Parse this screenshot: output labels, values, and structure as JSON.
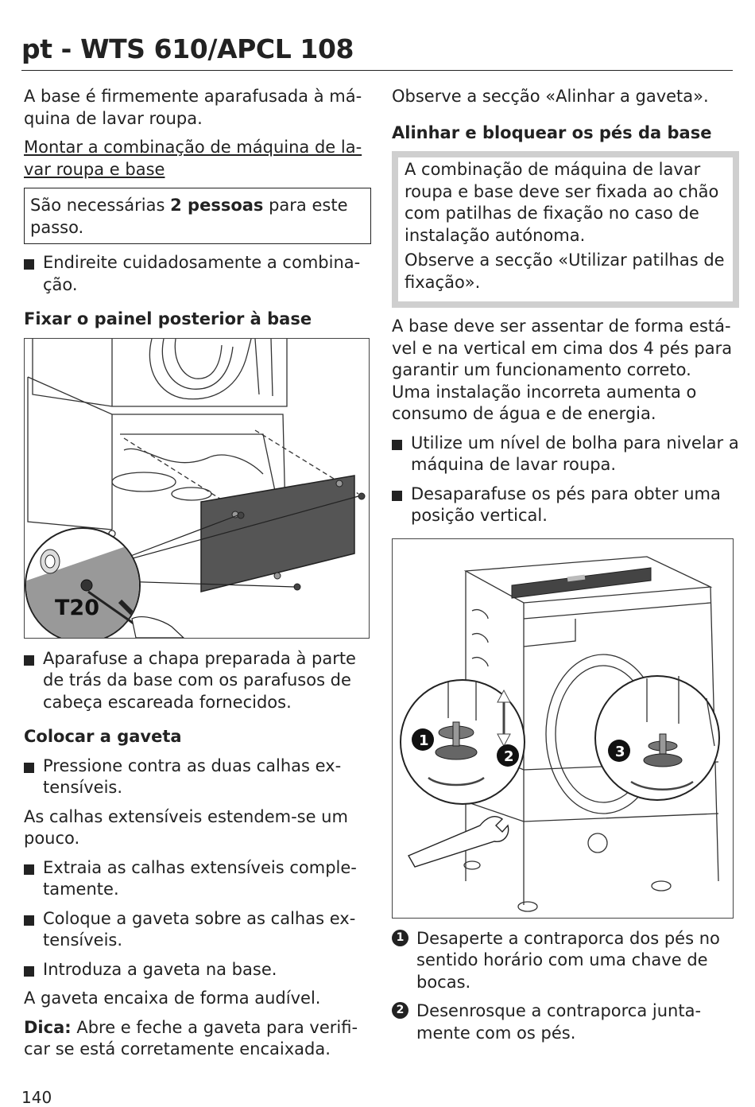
{
  "header": {
    "title": "pt - WTS 610/APCL 108"
  },
  "left": {
    "p1": "A base é firmemente aparafusada à má-\nquina de lavar roupa.",
    "link_title": "Montar a combinação de máquina de la-\nvar roupa e base",
    "note": {
      "pre": "São necessárias ",
      "bold": "2 pessoas",
      "post": " para este passo."
    },
    "bullet1": "Endireite cuidadosamente a combina-\nção.",
    "h_fix": "Fixar o painel posterior à base",
    "fig1": {
      "label": "T20"
    },
    "bullet2": "Aparafuse a chapa preparada à parte de trás da base com os parafusos de cabeça escareada fornecidos.",
    "h_drawer": "Colocar a gaveta",
    "bullet3": "Pressione contra as duas calhas ex-\ntensíveis.",
    "p2": "As calhas extensíveis estendem-se um pouco.",
    "bullet4": "Extraia as calhas extensíveis comple-\ntamente.",
    "bullet5": "Coloque a gaveta sobre as calhas ex-\ntensíveis.",
    "bullet6": "Introduza a gaveta na base.",
    "p3": "A gaveta encaixa de forma audível.",
    "tip": {
      "bold": "Dica:",
      "text": " Abre e feche a gaveta para verifi-\ncar se está corretamente encaixada."
    }
  },
  "right": {
    "p1": "Observe a secção «Alinhar a gaveta».",
    "h_align": "Alinhar e bloquear os pés da base",
    "warn1": "A combinação de máquina de lavar roupa e base deve ser fixada ao chão com patilhas de fixação no caso de instalação autónoma.",
    "warn2": "Observe a secção «Utilizar patilhas de fixação».",
    "p2": "A base deve ser assentar de forma está-\nvel e na vertical em cima dos 4 pés para garantir um funcionamento correto.\nUma instalação incorreta aumenta o consumo de água e de energia.",
    "bullet1": "Utilize um nível de bolha para nivelar a máquina de lavar roupa.",
    "bullet2": "Desaparafuse os pés para obter uma posição vertical.",
    "fig2": {
      "n1": "1",
      "n2": "2",
      "n3": "3"
    },
    "step1": {
      "num": "1",
      "text": "Desaperte a contraporca dos pés no sentido horário com uma chave de bocas."
    },
    "step2": {
      "num": "2",
      "text": "Desenrosque a contraporca junta-\nmente com os pés."
    }
  },
  "footer": {
    "page": "140"
  }
}
